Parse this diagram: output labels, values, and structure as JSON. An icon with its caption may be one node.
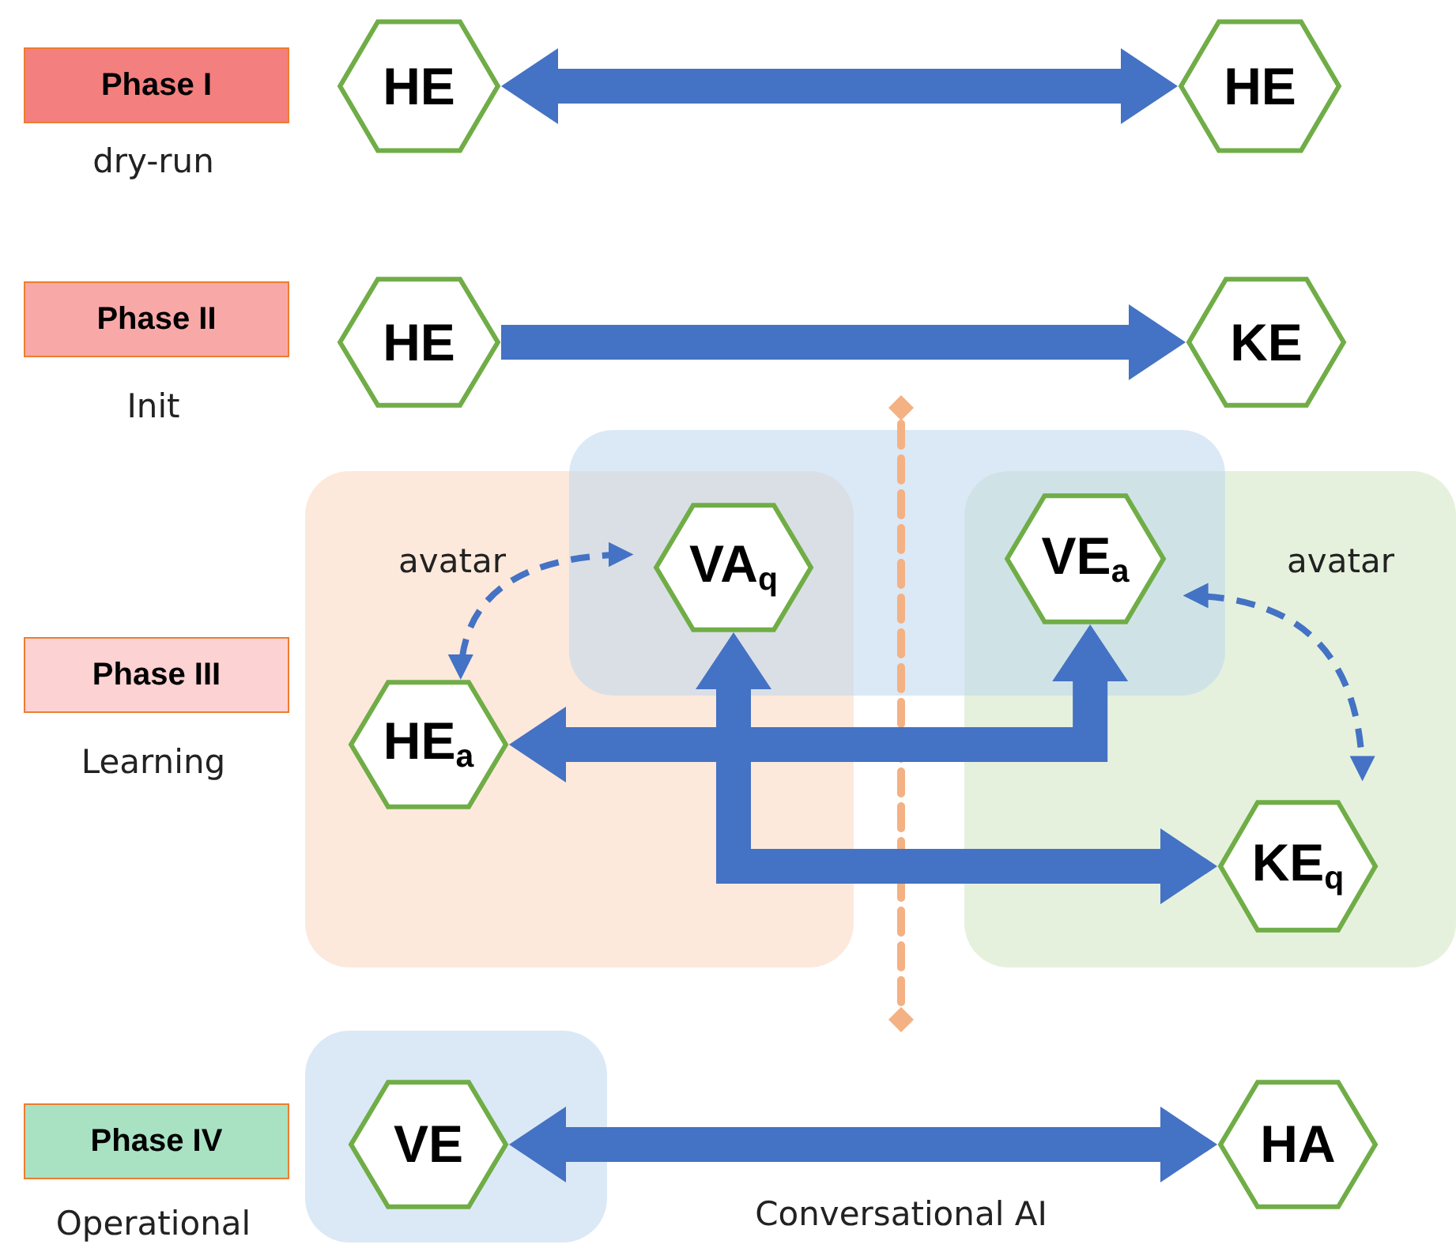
{
  "diagram": {
    "nodes": [
      {
        "text": [
          "Phase I"
        ],
        "beside": [
          "dry-run"
        ]
      },
      {
        "text": [
          "HE"
        ]
      },
      {
        "text": [
          "HE"
        ]
      },
      {
        "text": [
          "Phase II"
        ],
        "beside": [
          "Init"
        ]
      },
      {
        "text": [
          "HE"
        ]
      },
      {
        "text": [
          "KE"
        ]
      },
      {
        "text": [
          "Phase III"
        ],
        "beside": [
          "Learning"
        ]
      },
      {
        "text": [
          "VA$_{q}$"
        ]
      },
      {
        "text": [
          "VE$_{a}$"
        ]
      },
      {
        "text": [
          "HE$_{a}$"
        ]
      },
      {
        "text": [
          "KE$_{q}$"
        ]
      },
      {
        "text": [
          "Phase IV"
        ],
        "beside": [
          "Operational"
        ]
      },
      {
        "text": [
          "VE"
        ]
      },
      {
        "text": [
          "HA"
        ]
      }
    ],
    "edges": [
      {
        "from": 1,
        "to": 2,
        "arrow": "both"
      },
      {
        "from": 4,
        "to": 5,
        "arrow": "to"
      },
      {
        "from": 9,
        "to": 7,
        "arrow": "both",
        "label": "avatar",
        "style": "dashed"
      },
      {
        "from": 8,
        "to": 10,
        "arrow": "both",
        "label": "avatar",
        "style": "dashed"
      },
      {
        "from": 9,
        "to": 8,
        "arrow": "both"
      },
      {
        "from": 7,
        "to": 10,
        "arrow": "both"
      },
      {
        "from": 12,
        "to": 13,
        "arrow": "both",
        "label": "Conversational AI"
      }
    ]
  }
}
